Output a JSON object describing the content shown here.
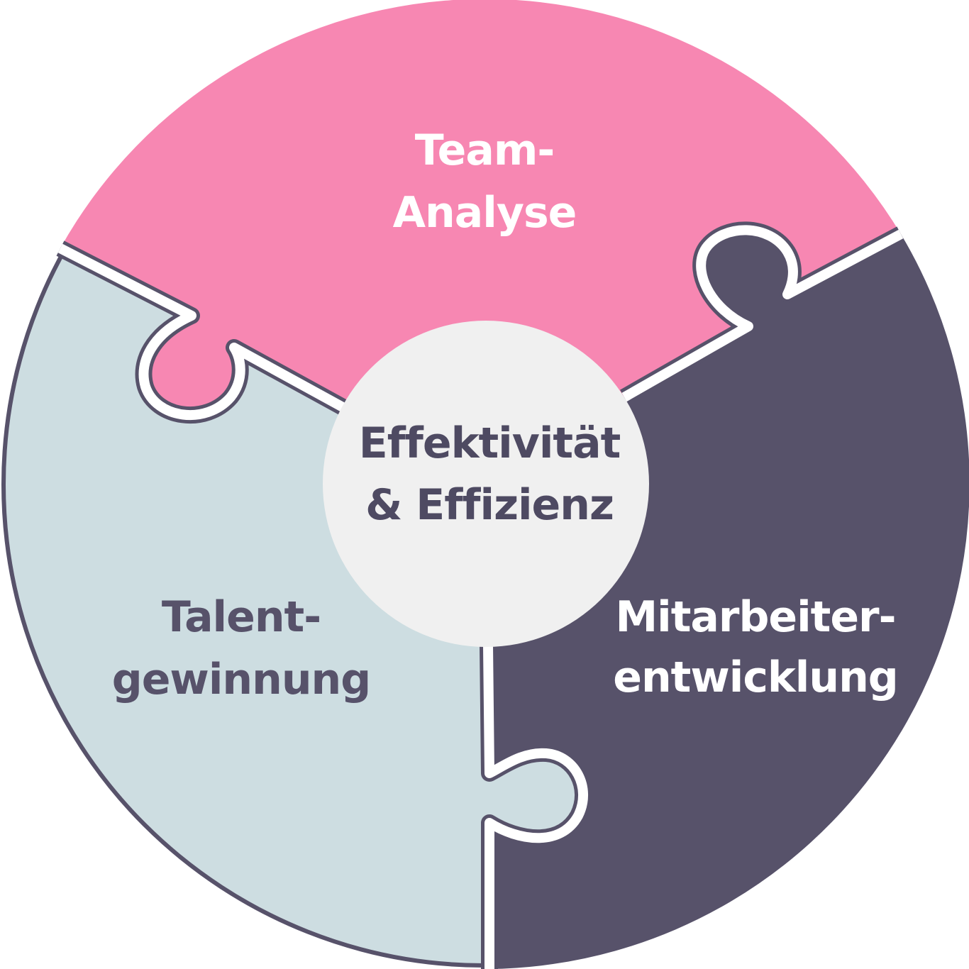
{
  "colors": {
    "pink": "#F787B2",
    "dark": "#57526A",
    "light": "#CDDDE1",
    "center": "#F0F0F0",
    "white": "#FFFFFF"
  },
  "center": {
    "line1": "Effektivität",
    "line2": "& Effizienz"
  },
  "pieces": {
    "team": {
      "line1": "Team-",
      "line2": "Analyse"
    },
    "talent": {
      "line1": "Talent-",
      "line2": "gewinnung"
    },
    "employee": {
      "line1": "Mitarbeiter-",
      "line2": "entwicklung"
    }
  }
}
